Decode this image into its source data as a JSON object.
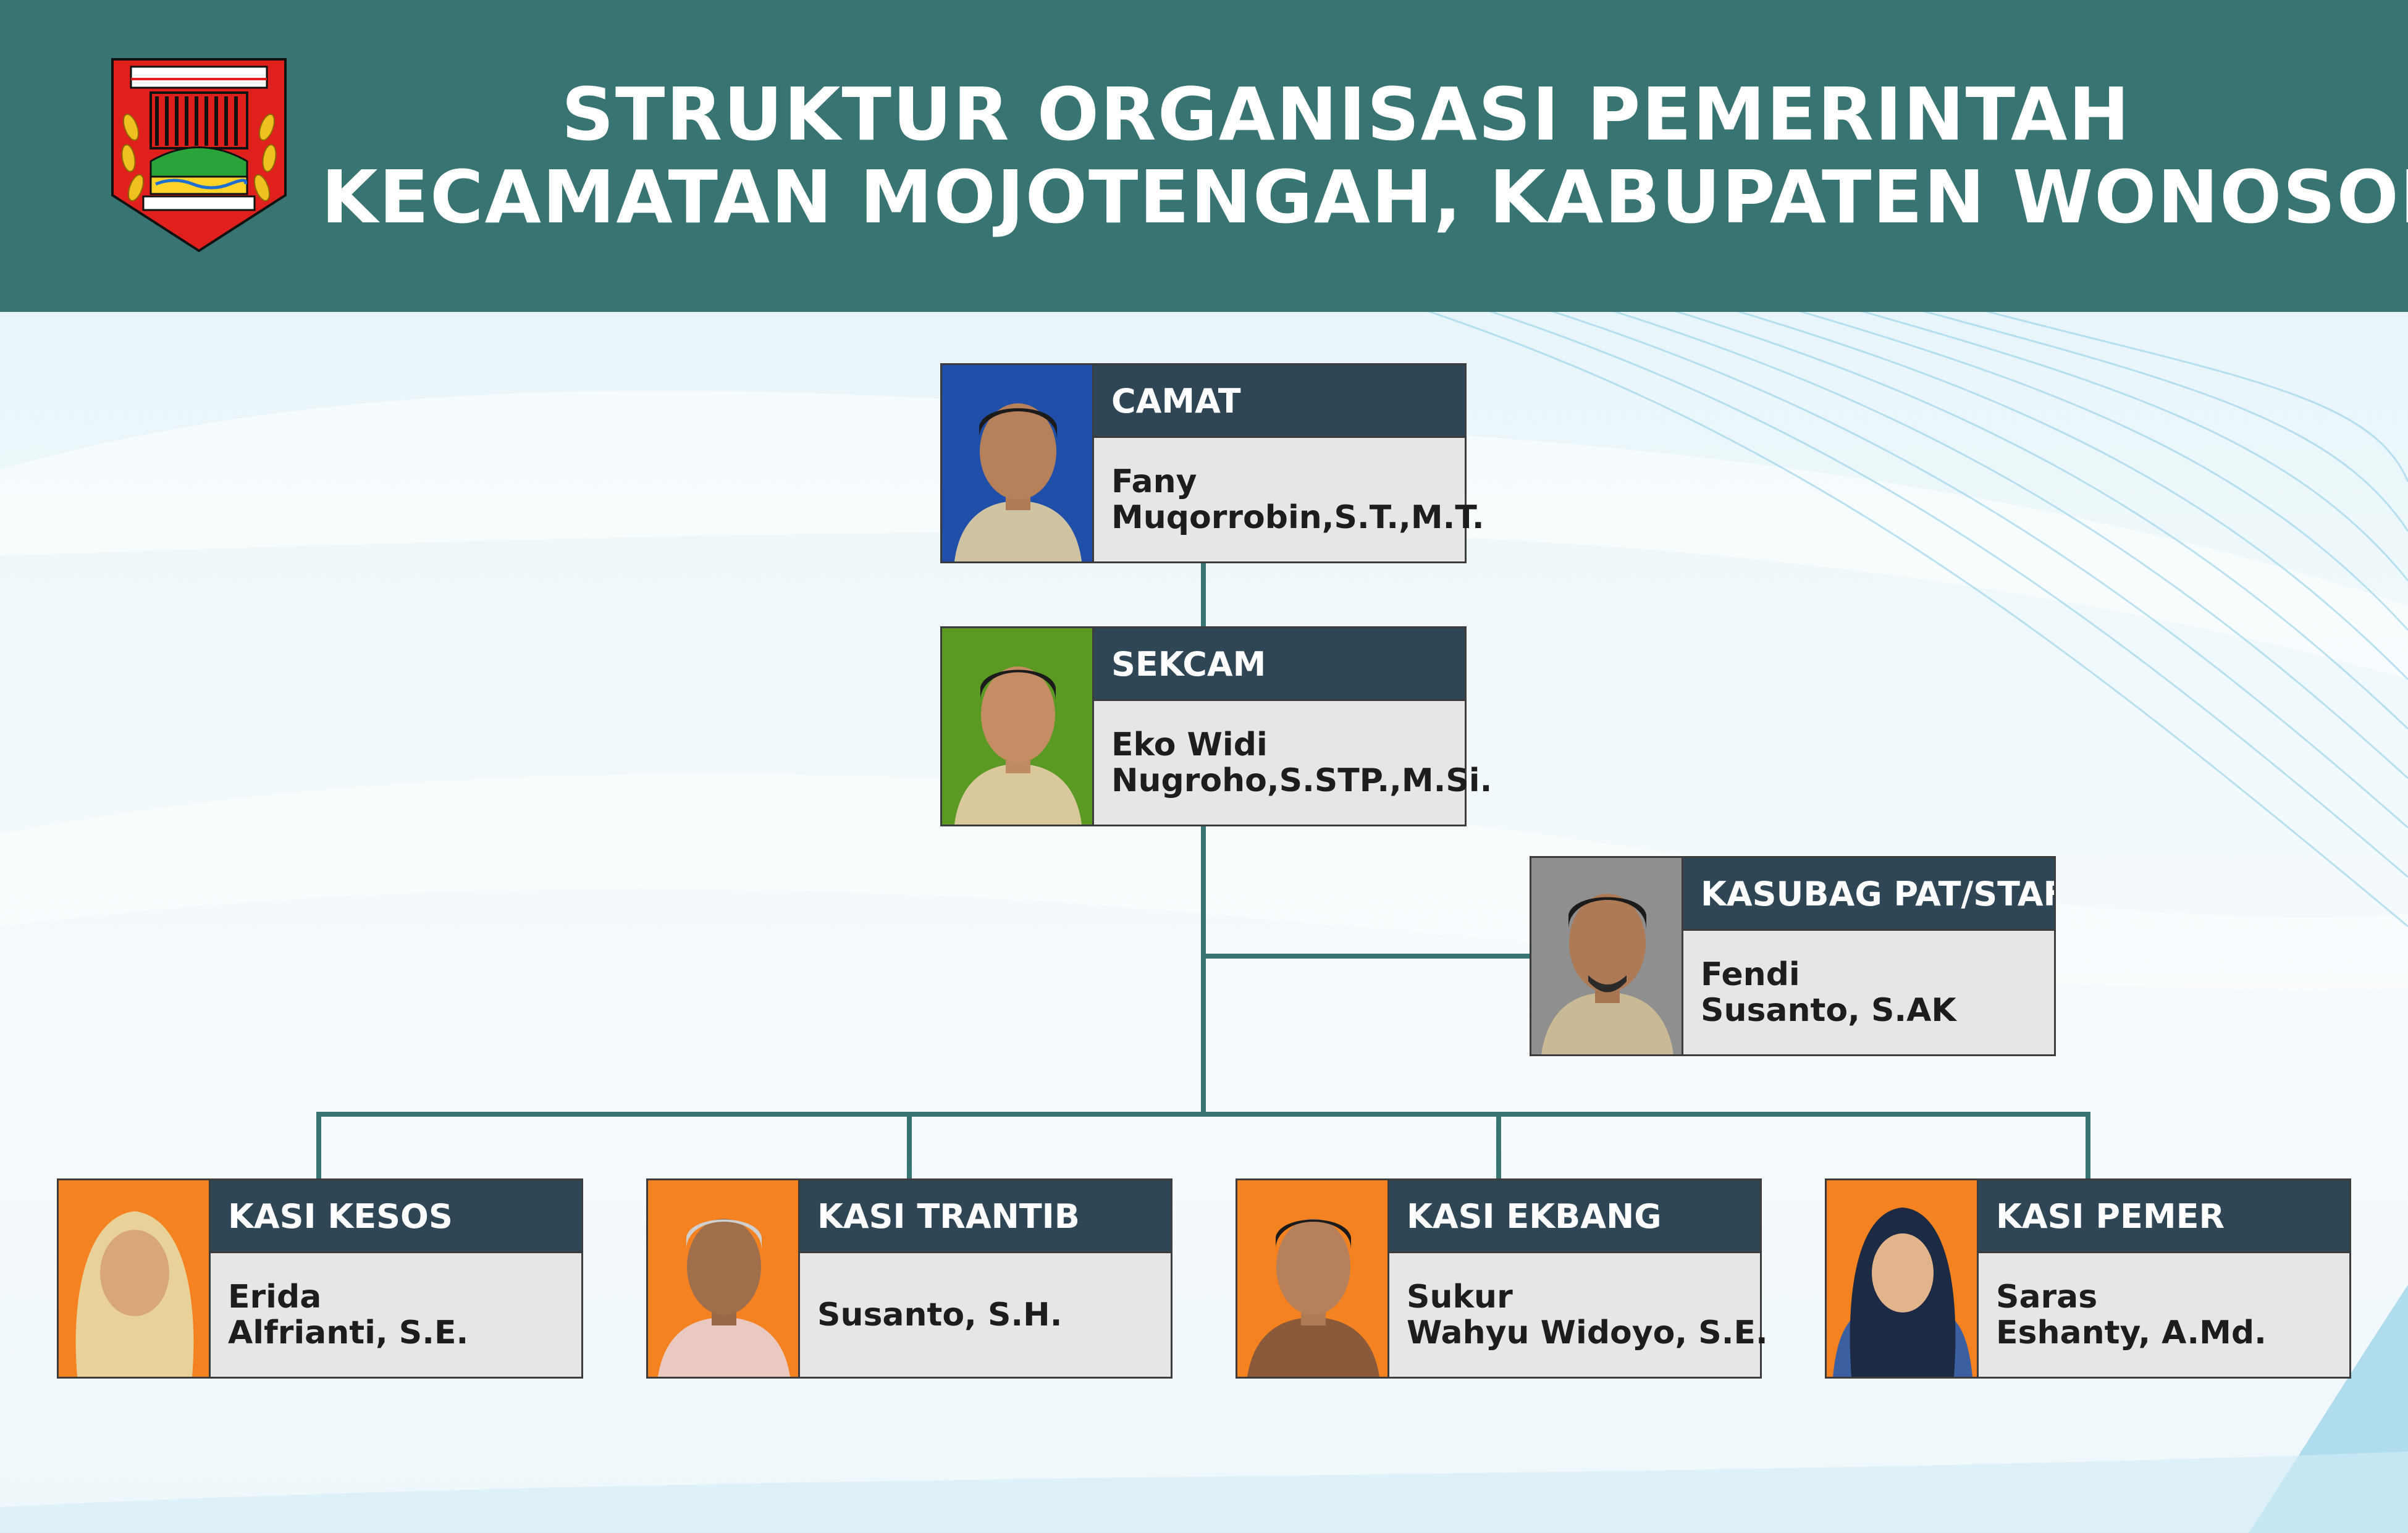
{
  "header": {
    "title_line1": "STRUKTUR ORGANISASI PEMERINTAH",
    "title_line2": "KECAMATAN MOJOTENGAH, KABUPATEN WONOSOBO"
  },
  "colors": {
    "header_bg": "#377472",
    "connector": "#377472",
    "role_bg": "#2f4656",
    "name_bg": "#e6e6e6"
  },
  "org": {
    "camat": {
      "role": "CAMAT",
      "name_line1": "Fany",
      "name_line2": "Muqorrobin,S.T.,M.T.",
      "photo_bg": "#1f4fa8"
    },
    "sekcam": {
      "role": "SEKCAM",
      "name_line1": "Eko Widi",
      "name_line2": "Nugroho,S.STP.,M.Si.",
      "photo_bg": "#5a9a22"
    },
    "kasubag": {
      "role": "KASUBAG PAT/STAF",
      "name_line1": "Fendi",
      "name_line2": "Susanto, S.AK",
      "photo_bg": "#8f8f8f"
    },
    "kasi": [
      {
        "role": "KASI KESOS",
        "name_line1": "Erida",
        "name_line2": "Alfrianti, S.E.",
        "photo_bg": "#f58220"
      },
      {
        "role": "KASI TRANTIB",
        "name_line1": "Susanto, S.H.",
        "name_line2": "",
        "photo_bg": "#f58220"
      },
      {
        "role": "KASI EKBANG",
        "name_line1": "Sukur",
        "name_line2": "Wahyu Widoyo, S.E.",
        "photo_bg": "#f58220"
      },
      {
        "role": "KASI PEMER",
        "name_line1": "Saras",
        "name_line2": "Eshanty, A.Md.",
        "photo_bg": "#f58220"
      }
    ]
  }
}
